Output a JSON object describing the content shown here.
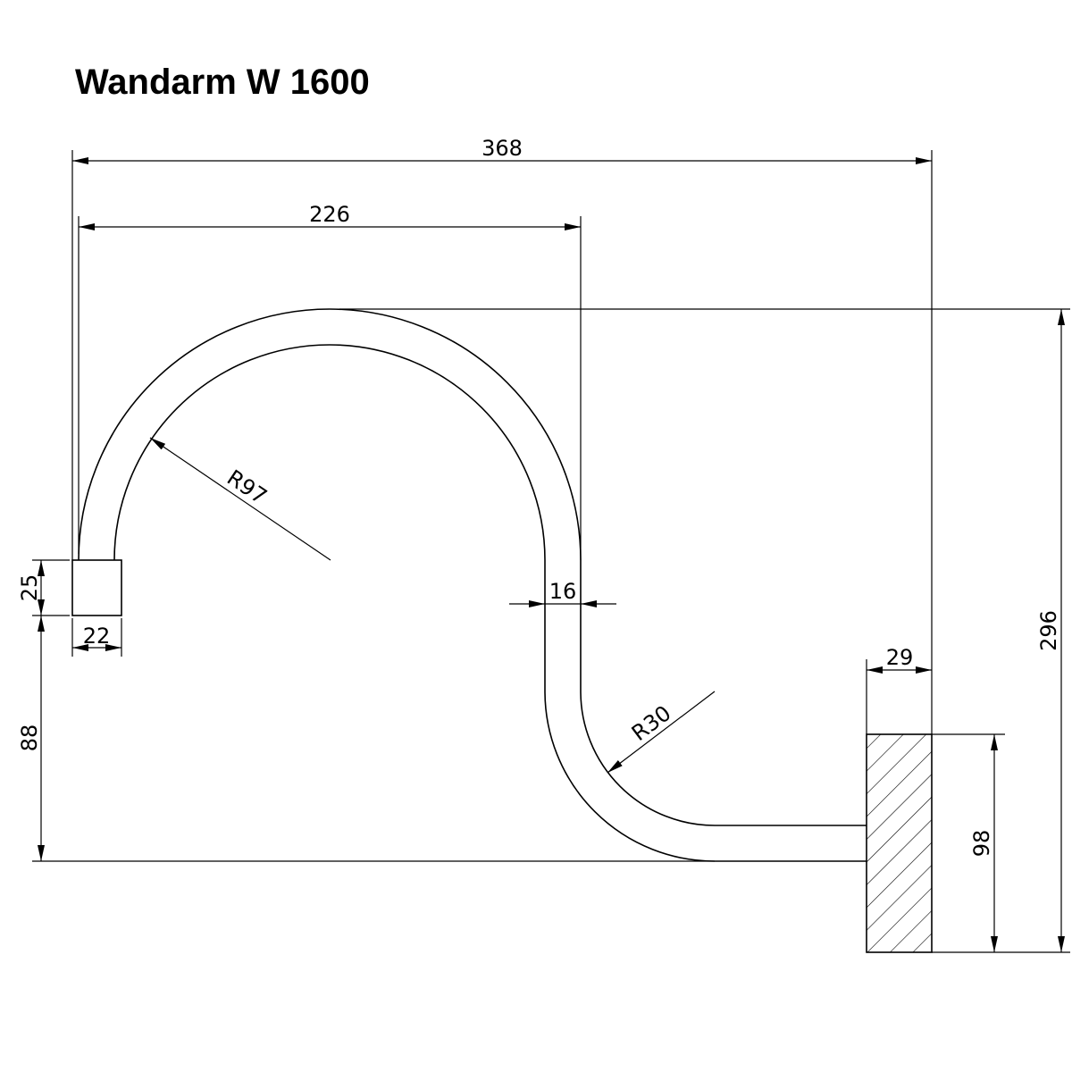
{
  "title": "Wandarm W 1600",
  "dimensions": {
    "overall_width": "368",
    "arch_width": "226",
    "overall_height": "296",
    "plate_height": "98",
    "plate_depth": "29",
    "block_height": "25",
    "block_width": "22",
    "tube_diameter": "16",
    "base_height": "88",
    "arch_radius": "R97",
    "bend_radius": "R30"
  }
}
